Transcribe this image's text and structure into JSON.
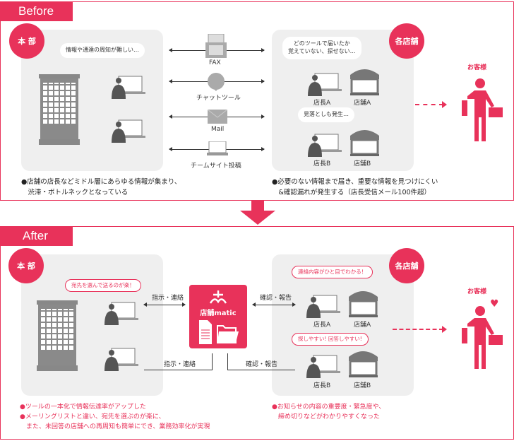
{
  "before": {
    "tab": "Before",
    "hq_badge": "本 部",
    "store_badge": "各店舗",
    "hq_bubble": "情報や通達の周知が難しい…",
    "store_bubble_1": "どのツールで届いたか\n覚えていない、探せない…",
    "store_bubble_2": "見落としも発生…",
    "channels": [
      "FAX",
      "チャットツール",
      "Mail",
      "チームサイト投稿"
    ],
    "manager_a": "店長A",
    "store_a": "店舗A",
    "manager_b": "店長B",
    "store_b": "店舗B",
    "customer": "お客様",
    "note_left": [
      "●店舗の店長などミドル層にあらゆる情報が集まり、",
      "　渋滞・ボトルネックとなっている"
    ],
    "note_right": [
      "●必要のない情報まで届き、重要な情報を見つけにくい",
      "　&確認漏れが発生する（店長受信メール100件超）"
    ]
  },
  "after": {
    "tab": "After",
    "hq_badge": "本 部",
    "store_badge": "各店舗",
    "hq_bubble": "宛先を選んで送るのが楽！",
    "store_bubble_1": "連絡内容がひと目でわかる！",
    "store_bubble_2": "探しやすい! 回答しやすい!",
    "center_logo": "店舗matic",
    "instr_1": "指示・連絡",
    "instr_2": "指示・連絡",
    "report_1": "確認・報告",
    "report_2": "確認・報告",
    "manager_a": "店長A",
    "store_a": "店舗A",
    "manager_b": "店長B",
    "store_b": "店舗B",
    "customer": "お客様",
    "note_left": [
      "●ツールの一本化で情報伝達率がアップした",
      "●メーリングリストと違い、宛先を選ぶのが楽に、",
      "　また、未回答の店舗への再周知も簡単にでき、業務効率化が実現"
    ],
    "note_right": [
      "●お知らせの内容の重要度・緊急度や、",
      "　締め切りなどがわかりやすくなった"
    ]
  },
  "colors": {
    "accent": "#e8325a",
    "panel": "#efefef",
    "icon": "#6b6b6b"
  }
}
